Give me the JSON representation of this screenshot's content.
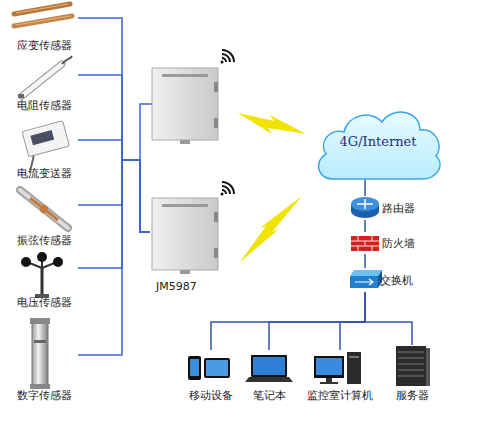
{
  "diagram": {
    "nodes": [
      {
        "text": [
          "应变传感器"
        ]
      },
      {
        "text": [
          "电阻传感器"
        ]
      },
      {
        "text": [
          "电流变送器"
        ]
      },
      {
        "text": [
          "振弦传感器"
        ]
      },
      {
        "text": [
          "电压传感器"
        ]
      },
      {
        "text": [
          "数字传感器"
        ]
      },
      {
        "text": [
          "JM5987"
        ]
      },
      {
        "text": [
          "4G/Internet"
        ]
      },
      {
        "text": [
          "路由器"
        ]
      },
      {
        "text": [
          "防火墙"
        ]
      },
      {
        "text": [
          "交换机"
        ]
      },
      {
        "text": [
          "移动设备"
        ]
      },
      {
        "text": [
          "笔记本"
        ]
      },
      {
        "text": [
          "监控室计算机"
        ]
      },
      {
        "text": [
          "服务器"
        ]
      }
    ],
    "edges": [
      {
        "from": 0,
        "to": 6,
        "arrow": "none"
      },
      {
        "from": 1,
        "to": 6,
        "arrow": "none"
      },
      {
        "from": 2,
        "to": 6,
        "arrow": "none"
      },
      {
        "from": 3,
        "to": 6,
        "arrow": "none"
      },
      {
        "from": 4,
        "to": 6,
        "arrow": "none"
      },
      {
        "from": 5,
        "to": 6,
        "arrow": "none"
      },
      {
        "from": 7,
        "to": 8,
        "arrow": "none"
      },
      {
        "from": 8,
        "to": 9,
        "arrow": "none"
      },
      {
        "from": 9,
        "to": 10,
        "arrow": "none"
      },
      {
        "from": 10,
        "to": 11,
        "arrow": "none"
      },
      {
        "from": 10,
        "to": 12,
        "arrow": "none"
      },
      {
        "from": 10,
        "to": 13,
        "arrow": "none"
      },
      {
        "from": 10,
        "to": 14,
        "arrow": "none"
      }
    ]
  }
}
